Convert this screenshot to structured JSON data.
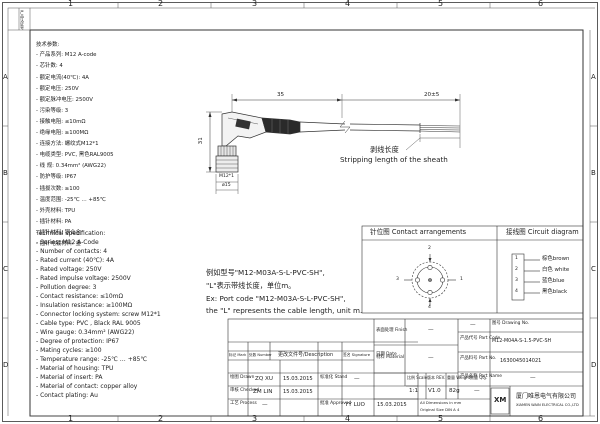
{
  "sheet": {
    "column_numbers_top": [
      "1",
      "2",
      "3",
      "4",
      "5",
      "6"
    ],
    "column_numbers_bottom": [
      "1",
      "2",
      "3",
      "4",
      "5",
      "6"
    ],
    "row_letters_left": [
      "A",
      "B",
      "C",
      "D"
    ],
    "row_letters_right": [
      "A",
      "B",
      "C",
      "D"
    ],
    "side_stamp": "产品认证号"
  },
  "specs_cn": {
    "heading": "技术参数:",
    "items": [
      "- 产品系列: M12 A-code",
      "- 芯针数: 4",
      "- 额定电流(40℃): 4A",
      "- 额定电压: 250V",
      "- 额定脉冲电压: 2500V",
      "- 污染等级: 3",
      "- 接触电阻: ≤10mΩ",
      "- 绝缘电阻: ≥100MΩ",
      "- 连接方法: 螺纹式M12*1",
      "- 电缆类型: PVC, 黑色RAL9005",
      "- 线 规: 0.34mm² (AWG22)",
      "- 防护等级: IP67",
      "- 插拔次数: ≥100",
      "- 温度范围: -25℃ … +85℃",
      "- 外壳材料: TPU",
      "- 插针材料: PA",
      "- 插针材料: 铜合金",
      "- 插针电镀材料: 金"
    ]
  },
  "specs_en": {
    "heading": "Technical specification:",
    "items": [
      "- Series: M12 A-Code",
      "- Number of contacts: 4",
      "- Rated current (40℃): 4A",
      "- Rated voltage: 250V",
      "- Rated impulse voltage: 2500V",
      "- Pollution degree: 3",
      "- Contact resistance: ≤10mΩ",
      "- Insulation resistance: ≥100MΩ",
      "- Connector locking system: screw M12*1",
      "- Cable type: PVC , Black RAL 9005",
      "- Wire gauge: 0.34mm² (AWG22)",
      "- Degree of protection: IP67",
      "- Mating cycles: ≥100",
      "- Temperature range: -25℃ … +85℃",
      "- Material of housing: TPU",
      "- Material of insert: PA",
      "- Material of contact: copper alloy",
      "- Contact plating: Au"
    ]
  },
  "drawing": {
    "dim_35": "35",
    "dim_20": "20±5",
    "dim_31": "31",
    "thread_label": "M12*1",
    "dia_label": "ø15",
    "strip_cn": "剥线长度",
    "strip_en": "Stripping length of the sheath"
  },
  "pin_arrangement": {
    "title": "针位图 Contact arrangements",
    "pins": [
      "1",
      "2",
      "3",
      "4"
    ]
  },
  "circuit": {
    "title": "接线图 Circuit diagram",
    "wires": [
      {
        "num": "1",
        "label": "棕色brown"
      },
      {
        "num": "2",
        "label": "白色 white"
      },
      {
        "num": "3",
        "label": "蓝色blue"
      },
      {
        "num": "4",
        "label": "黑色black"
      }
    ]
  },
  "notes": {
    "line1": "例如型号\"M12-M03A-S-L-PVC-SH\",",
    "line2": "\"L\"表示带线长度，单位m。",
    "line3": "Ex: Port code \"M12-M03A-S-L-PVC-SH\",",
    "line4": "the \"L\" represents the cable length, unit m."
  },
  "title_block": {
    "rev_headers": [
      "标记 Mark",
      "处数 Number",
      "更改文件号/Description",
      "签名 Signature",
      "日期 Date"
    ],
    "finish_label": "表面处理 Finish",
    "finish_value": "—",
    "material_label": "材料 Material",
    "material_value": "—",
    "drawing_no_label": "图号 Drawing No.",
    "drawing_no_value": "—",
    "part_code_label": "产品代号 Part Code",
    "part_code_value": "M12-M04A-S-1.5-PVC-SH",
    "part_no_label": "产品料号 Part No.",
    "part_no_value": "1630045014021",
    "part_name_label": "产品名称 Part Name",
    "part_name_value": "—",
    "drawn_label": "绘图 Drawn",
    "drawn_name": "ZQ XU",
    "drawn_date": "15.03.2015",
    "checked_label": "审核 Checked",
    "checked_name": "ZM LIN",
    "checked_date": "15.03.2015",
    "process_label": "工艺 Process",
    "process_name": "—",
    "standard_label": "标准化 Stand",
    "standard_value": "—",
    "approved_label": "批准 Approved",
    "approved_name": "YY LUO",
    "approved_date": "15.03.2015",
    "scale_label": "比例 Scale",
    "scale_value": "1:1",
    "rev_label": "版本 REV.",
    "rev_value": "V1.0",
    "weight_label": "重量 Weight",
    "weight_value": "82g",
    "qty_label": "数量 Qty.",
    "qty_value": "—",
    "dims_note_1": "All Dimensions in mm",
    "dims_note_2": "Original Size DIN A 4",
    "logo_text": "XM",
    "company_cn": "厦门唯恩电气有限公司",
    "company_en": "XIAMEN WAIN ELECTRICAL CO.,LTD"
  }
}
